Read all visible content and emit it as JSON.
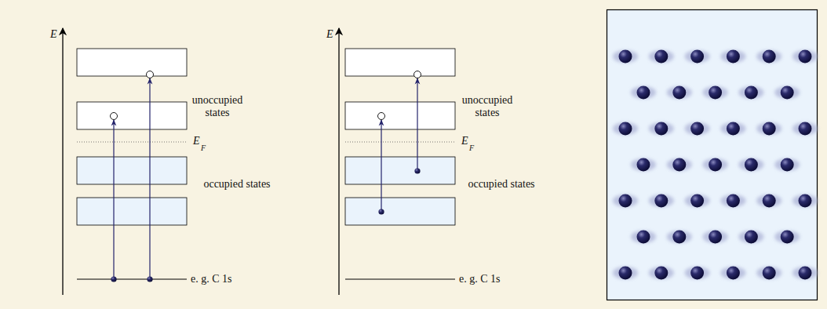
{
  "diagram": {
    "labels": [
      "E",
      "unoccupied states",
      "E",
      "F",
      "occupied states",
      "e. g. C 1s",
      "E",
      "unoccupied states",
      "E",
      "F",
      "occupied states",
      "e. g. C 1s"
    ]
  }
}
